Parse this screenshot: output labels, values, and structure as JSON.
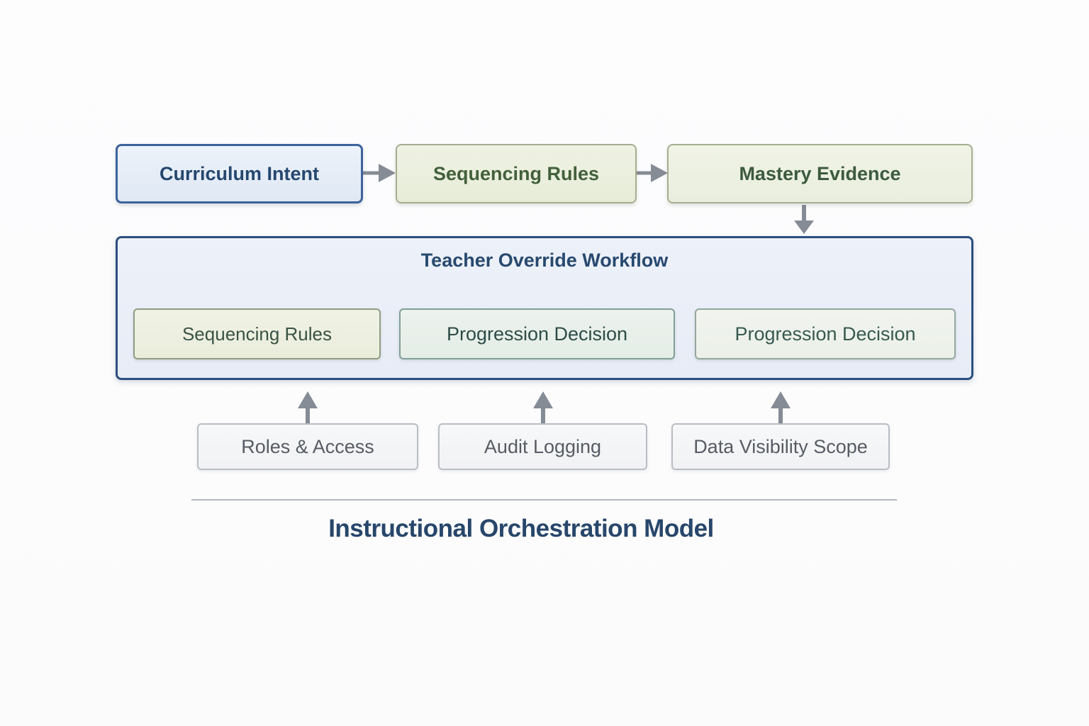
{
  "diagram": {
    "top_flow": [
      {
        "label": "Curriculum Intent",
        "variant": "blue"
      },
      {
        "label": "Sequencing Rules",
        "variant": "green"
      },
      {
        "label": "Mastery Evidence",
        "variant": "green"
      }
    ],
    "override_workflow": {
      "title": "Teacher Override Workflow",
      "steps": [
        {
          "label": "Sequencing Rules"
        },
        {
          "label": "Progression Decision"
        },
        {
          "label": "Progression Decision"
        }
      ]
    },
    "governance": [
      {
        "label": "Roles & Access"
      },
      {
        "label": "Audit Logging"
      },
      {
        "label": "Data Visibility Scope"
      }
    ],
    "caption": "Instructional Orchestration Model",
    "colors": {
      "blue_node_border": "#3c639b",
      "blue_node_fill": "#e3eaf5",
      "green_node_border": "#a4ae8f",
      "green_node_fill": "#eaeedd",
      "workflow_container_border": "#2b4f80",
      "workflow_container_fill": "#e9eef7",
      "teal_node_border": "#7fa097",
      "neutral_node_border": "#b9bdc4",
      "arrow_gray": "#868c95",
      "loop_line": "#45597c",
      "caption_text": "#27466a"
    }
  }
}
